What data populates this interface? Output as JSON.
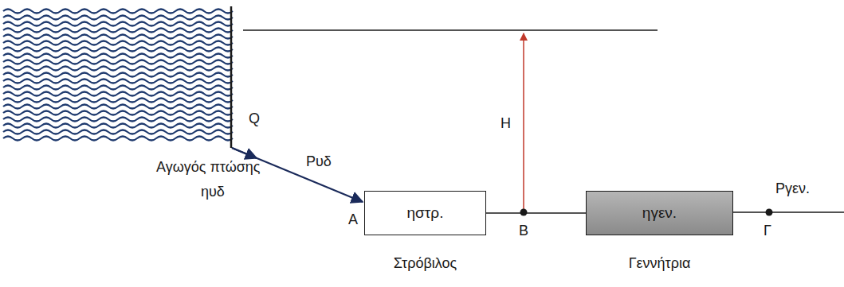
{
  "diagram": {
    "nodes": [
      {
        "text": [
          "ηστρ.",
          "Στρόβιλος"
        ]
      },
      {
        "text": [
          "ηγεν.",
          "Γεννήτρια"
        ]
      }
    ],
    "edges": [
      {
        "from": 0,
        "to": 1,
        "arrow": "none"
      }
    ],
    "labels": [
      "Q",
      "Αγωγός πτώσης",
      "Pυδ",
      "ηυδ",
      "Α",
      "H",
      "Β",
      "Pγεν.",
      "Γ"
    ]
  }
}
